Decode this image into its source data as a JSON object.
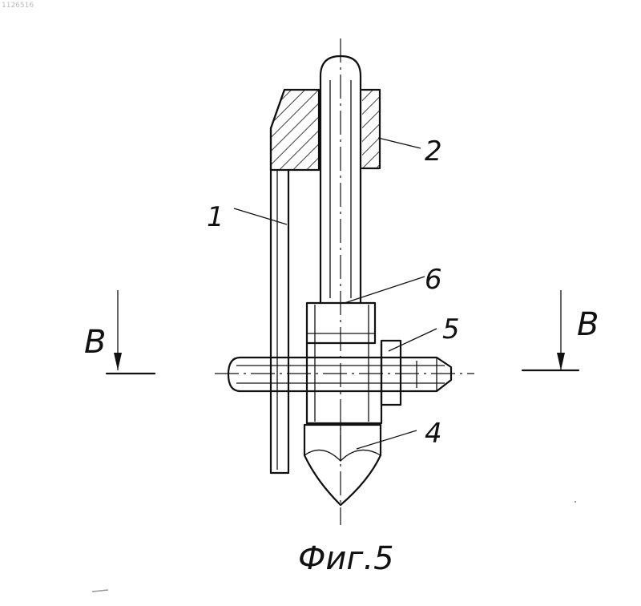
{
  "corner_mark": "1126516",
  "parts": [
    {
      "id": "part-1",
      "label": "1"
    },
    {
      "id": "part-2",
      "label": "2"
    },
    {
      "id": "part-4",
      "label": "4"
    },
    {
      "id": "part-5",
      "label": "5"
    },
    {
      "id": "part-6",
      "label": "6"
    }
  ],
  "section": {
    "left": "B",
    "right": "B"
  },
  "caption": "Фиг.5"
}
